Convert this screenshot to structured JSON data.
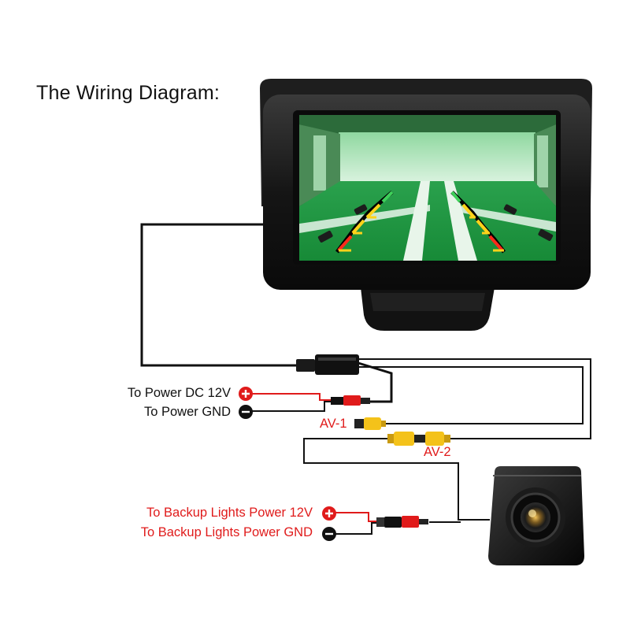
{
  "title": "The Wiring Diagram:",
  "labels": {
    "power_dc": "To Power DC 12V",
    "power_gnd": "To Power GND",
    "av1": "AV-1",
    "av2": "AV-2",
    "backup_power": "To Backup Lights Power 12V",
    "backup_gnd": "To Backup Lights Power GND"
  },
  "colors": {
    "wire": "#111111",
    "positive": "#e01b1b",
    "connector_yellow": "#f4c21a",
    "screen_green": "#1fa84a",
    "label_red": "#e01b1b"
  },
  "icons": {
    "plus": "+",
    "minus": "−"
  }
}
